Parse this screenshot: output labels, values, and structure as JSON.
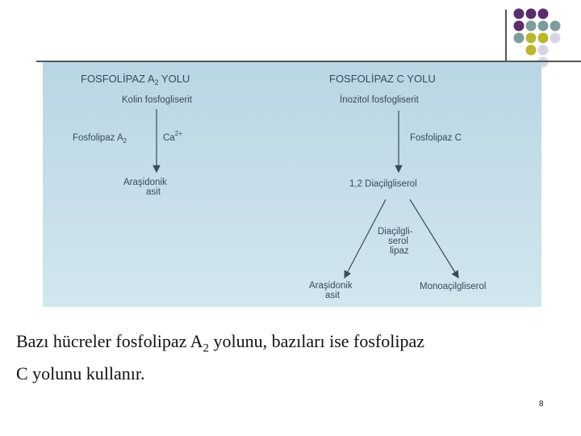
{
  "decor": {
    "dot_colors": {
      "purple": "#5b2d6b",
      "teal": "#7f9c9c",
      "olive": "#b9b631",
      "lavender": "#d8d4e6"
    }
  },
  "diagram": {
    "left": {
      "title_pre": "FOSFOLİPAZ A",
      "title_sub": "2",
      "title_post": " YOLU",
      "substrate": "Kolin fosfogliserit",
      "enzyme_pre": "Fosfolipaz A",
      "enzyme_sub": "2",
      "cofactor": "Ca",
      "cofactor_sup": "2+",
      "product_line1": "Araşidonik",
      "product_line2": "asit"
    },
    "right": {
      "title": "FOSFOLİPAZ C YOLU",
      "substrate": "İnozitol fosfogliserit",
      "enzyme": "Fosfolipaz C",
      "intermediate": "1,2 Diaçilgliserol",
      "lipase_line1": "Diaçilgli-",
      "lipase_line2": "serol",
      "lipase_line3": "lipaz",
      "product_left_line1": "Araşidonik",
      "product_left_line2": "asit",
      "product_right": "Monoaçilgliserol"
    },
    "colors": {
      "bg_top": "#b9d6e4",
      "bg_bottom": "#d2e6ee",
      "text": "#3a4a5c"
    }
  },
  "caption": {
    "line1_pre": "Bazı hücreler fosfolipaz A",
    "line1_sub": "2",
    "line1_post": " yolunu, bazıları ise fosfolipaz",
    "line2": "C yolunu kullanır."
  },
  "page_number": "8"
}
